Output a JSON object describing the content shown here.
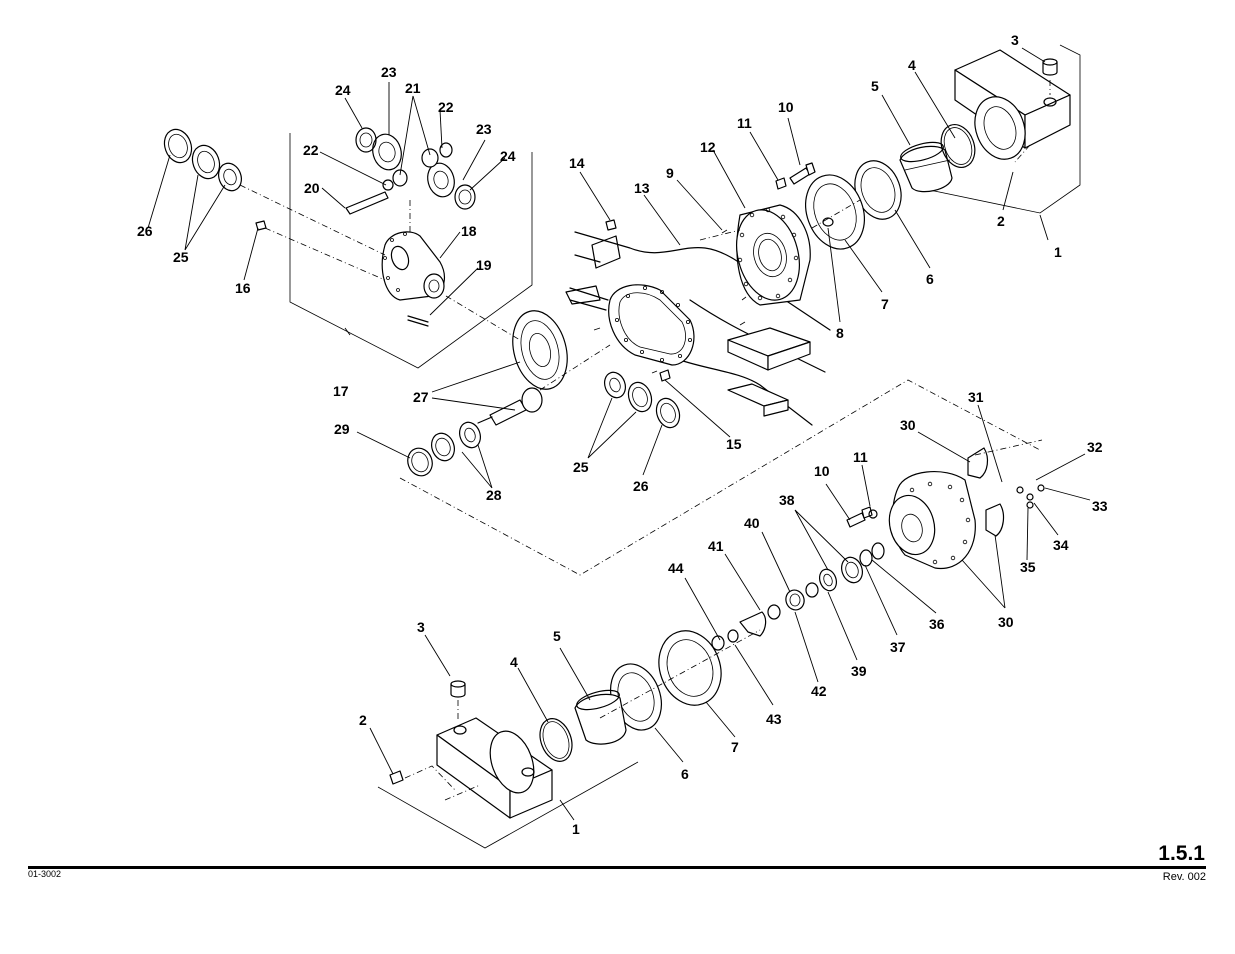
{
  "page": {
    "page_number": "1.5.1",
    "revision": "Rev. 002",
    "drawing_code": "01-3002"
  },
  "callouts": [
    {
      "id": "c3a",
      "label": "3"
    },
    {
      "id": "c4a",
      "label": "4"
    },
    {
      "id": "c5a",
      "label": "5"
    },
    {
      "id": "c2a",
      "label": "2"
    },
    {
      "id": "c1a",
      "label": "1"
    },
    {
      "id": "c6a",
      "label": "6"
    },
    {
      "id": "c7a",
      "label": "7"
    },
    {
      "id": "c8a",
      "label": "8"
    },
    {
      "id": "c10a",
      "label": "10"
    },
    {
      "id": "c11a",
      "label": "11"
    },
    {
      "id": "c12",
      "label": "12"
    },
    {
      "id": "c9",
      "label": "9"
    },
    {
      "id": "c13",
      "label": "13"
    },
    {
      "id": "c14",
      "label": "14"
    },
    {
      "id": "c15",
      "label": "15"
    },
    {
      "id": "c16",
      "label": "16"
    },
    {
      "id": "c17",
      "label": "17"
    },
    {
      "id": "c18",
      "label": "18"
    },
    {
      "id": "c19",
      "label": "19"
    },
    {
      "id": "c20",
      "label": "20"
    },
    {
      "id": "c21",
      "label": "21"
    },
    {
      "id": "c22a",
      "label": "22"
    },
    {
      "id": "c22b",
      "label": "22"
    },
    {
      "id": "c23a",
      "label": "23"
    },
    {
      "id": "c23b",
      "label": "23"
    },
    {
      "id": "c24a",
      "label": "24"
    },
    {
      "id": "c24b",
      "label": "24"
    },
    {
      "id": "c25a",
      "label": "25"
    },
    {
      "id": "c26a",
      "label": "26"
    },
    {
      "id": "c27",
      "label": "27"
    },
    {
      "id": "c28",
      "label": "28"
    },
    {
      "id": "c29",
      "label": "29"
    },
    {
      "id": "c25b",
      "label": "25"
    },
    {
      "id": "c26b",
      "label": "26"
    },
    {
      "id": "c31",
      "label": "31"
    },
    {
      "id": "c30a",
      "label": "30"
    },
    {
      "id": "c32",
      "label": "32"
    },
    {
      "id": "c33",
      "label": "33"
    },
    {
      "id": "c11b",
      "label": "11"
    },
    {
      "id": "c10b",
      "label": "10"
    },
    {
      "id": "c38",
      "label": "38"
    },
    {
      "id": "c34",
      "label": "34"
    },
    {
      "id": "c35",
      "label": "35"
    },
    {
      "id": "c40",
      "label": "40"
    },
    {
      "id": "c41",
      "label": "41"
    },
    {
      "id": "c44",
      "label": "44"
    },
    {
      "id": "c36",
      "label": "36"
    },
    {
      "id": "c30b",
      "label": "30"
    },
    {
      "id": "c37",
      "label": "37"
    },
    {
      "id": "c39",
      "label": "39"
    },
    {
      "id": "c42",
      "label": "42"
    },
    {
      "id": "c43",
      "label": "43"
    },
    {
      "id": "c3b",
      "label": "3"
    },
    {
      "id": "c5b",
      "label": "5"
    },
    {
      "id": "c4b",
      "label": "4"
    },
    {
      "id": "c2b",
      "label": "2"
    },
    {
      "id": "c7b",
      "label": "7"
    },
    {
      "id": "c6b",
      "label": "6"
    },
    {
      "id": "c1b",
      "label": "1"
    }
  ]
}
